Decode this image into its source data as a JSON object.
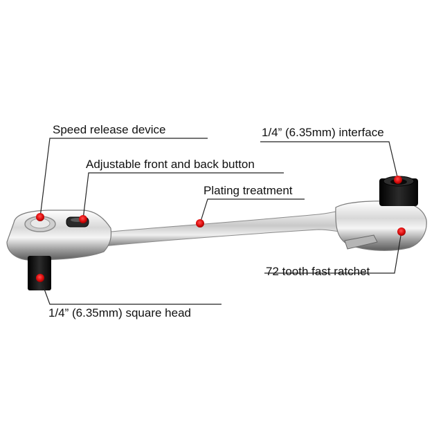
{
  "callouts": {
    "speed_release": "Speed release device",
    "adjust_button": "Adjustable front and back button",
    "plating": "Plating treatment",
    "interface": "1/4” (6.35mm) interface",
    "ratchet": "72 tooth fast ratchet",
    "square_head": "1/4” (6.35mm) square head"
  },
  "colors": {
    "marker": "#e01010",
    "leader_line": "#222222",
    "steel_light": "#f4f4f4",
    "steel_dark": "#6e6e6e",
    "black_part": "#151515"
  }
}
